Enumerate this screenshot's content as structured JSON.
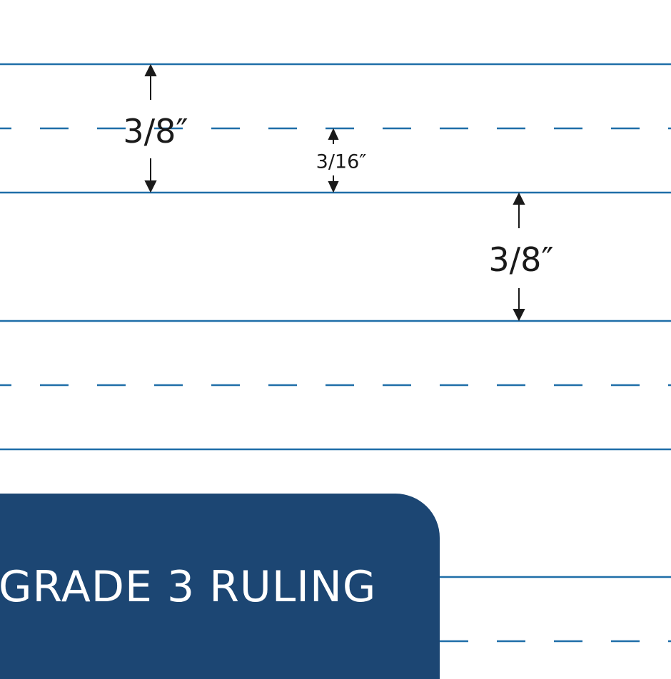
{
  "colors": {
    "rule": "#1f6ea8",
    "banner": "#1c4673",
    "arrow": "#1a1a1a"
  },
  "measurements": {
    "full_spacing": "3/8″",
    "half_spacing": "3/16″",
    "full_spacing_2": "3/8″"
  },
  "banner": {
    "title": "GRADE 3 RULING"
  }
}
